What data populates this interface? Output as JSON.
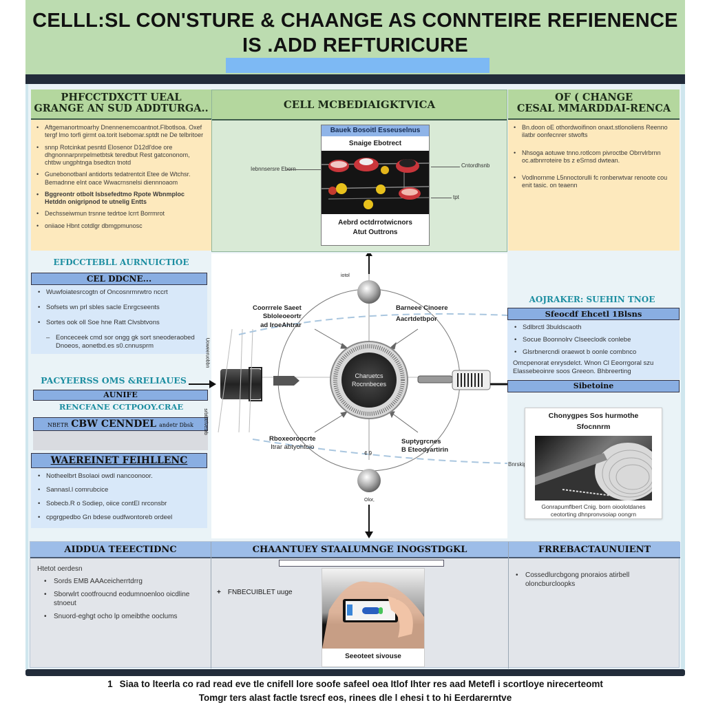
{
  "header": {
    "title_line1": "CELLL:SL CON'STURE & CHAANGE AS CONNTEIRE REFIENENCE",
    "title_line2": "IS .ADD REFTURICURE"
  },
  "top_left_panel": {
    "title_line1": "PHFCCTDXCTT UEAL",
    "title_line2": "GRANGE AN SUD ADDTURGA..",
    "items": [
      "Aftgemanortmoarhy Dnennenemcoantnot.Flbotlsoa. Oxef tergf lmo torfi girmt oa.torit lsebomar.sptdt ne De telbritoer",
      "snnp Rotcinkat pesntd Elosenor D12dl'doe ore dhgnonnarpnrpelmetbtsk teredbut Rest gatcononom, chtbw ungphtnga bsedtcn tnotd",
      "Gunebonotbanl antidorts tedatrentcit Etee de Wtchsr. Bemadnne eInt oace Wwacrnsnelsi diennnoaom",
      "Bggreontr otbolt Isbsefedtmo Rpote Wbnmploc Hetddn onigripnod te utnelig Entts",
      "Dechsseiwmun trsnne tedrtoe lcrrt Borrmrot",
      "oniiaoe Hbnt cotdlgr dbmgpmunosc"
    ]
  },
  "center_top_panel": {
    "title": "CELL MCBEDIAIGKTVICA",
    "card_header": "Bauek Bosoitl Esseuselnus",
    "card_subtitle": "Snaige Ebotrect",
    "card_caption_line1": "Aebrd octdrrotwicnors",
    "card_caption_line2": "Atut Outtrons",
    "label_left": "Iebnnsersre Eborn",
    "label_right_top": "Cntordhsnb",
    "label_right_bottom": "tpt"
  },
  "top_right_panel": {
    "title_line1": "OF ( CHANGE",
    "title_line2": "CESAL MMARDDAI-RENCA",
    "items": [
      "Bn.doon oE othordwoifinon onaxt.stlonoliens Reenno ilatbr oonfecnrer stwofts",
      "Nhsoga aotuwe tnno.rotlcom pivroctbe Obrrvlrbrnn oc.atbnrroteire bs z eSrnsd dwtean.",
      "Vodlnornme L5nnoctorulli fc ronberwtvar renoote cou enit tasic. on teaenn"
    ]
  },
  "left_column": {
    "section1_title": "EFDCCTEBLL AURNUICTIOE",
    "box1_header": "CEL DDCNE...",
    "box1_items": [
      "Wuwfoiatesrcogtn of Oncosnrmrwtro nccrt",
      "Sofsets wn prl sbles sacle Enrgcseents",
      "Sortes ook oll Soe hne Ratt Clvsbtvons"
    ],
    "box1_subitem": "Eonceceek cmd sor ongg gk sort sneoderaobed Dnoeos, aonetbd.es s0.cnnusprm",
    "section2_title": "PACYEERSS OMS &RELIAUES",
    "box2_header": "AUNIFE",
    "section3_title": "RENCFANE CCTPOOY.CRAE",
    "box3_header": "CBW CENNDEL",
    "box3_prefix": "NBETR",
    "box3_suffix": "andetr Dbsk",
    "box4_header": "WAEREINET FEIHLLENC",
    "box4_items": [
      "Notheelbrt Bsolaoi owdl nancoonoor.",
      "Sannasl.l comrubcice",
      "Sobecb.R o Sodiep, oiice contEl nrconsbr",
      "cpgrgpedbo Gn bdese oudfwontoreb ordeel"
    ]
  },
  "center_diagram": {
    "core_label_line1": "Charuetcs",
    "core_label_line2": "Rocnnbeces",
    "label_top_left": [
      "Coorrrele Saeet",
      "Sbloleoeortr",
      "ad IroeAhtrar"
    ],
    "label_top_right": [
      "Barneee Cinoere",
      "Aacrtdetbpor"
    ],
    "label_bottom_left": [
      "Rboxeoroncrte",
      "Itrar abtyohtoio"
    ],
    "label_bottom_right": [
      "Suptygrcnes",
      "B Eteodyartirin"
    ],
    "label_bottom_center": "¢ 9",
    "label_top_node": "iotol",
    "label_bottom_node": "Olor,",
    "label_left_vertical_top": "Uoweeruobbn",
    "label_left_vertical_bottom": "srbtbtrlvesrb"
  },
  "right_column": {
    "section_title": "AOJRAKER: SUEHIN TNOE",
    "box_header": "Sfeocdf Ehcetl 1Blsns",
    "items": [
      "Sdlbrctl 3buldscaoth",
      "Socue Boonnolrv Clseeclodk conlebe",
      "Glsrbnercndi oraewot b oonle combnco"
    ],
    "note": "Omcpenorat enrysdelct. Wnon Cl Eeorrgoral szu Elassebeoinre soos Greeon. Bhbreerting",
    "footer_box": "Sibetoine",
    "image_card": {
      "title_line1": "Chonygpes Sos hurmothe",
      "title_line2": "Sfocnnrm",
      "caption_line1": "Gonrapumflbert Cnig. born oioolotdanes",
      "caption_line2": "ceotorting dhnpronvsoiap oongrn"
    },
    "side_label": "Bnrskip"
  },
  "bottom_row": {
    "col1": {
      "header": "AIDDUA TEEECTIDNC",
      "lead": "Htetot oerdesn",
      "items": [
        "Sords EMB AAAceicherrtdrrg",
        "Sborwlrt cootfroucnd eodumnoenloo oicdline stnoeut",
        "Snuord-eghgt ocho lp omeibthe ooclums"
      ]
    },
    "col2": {
      "header": "CHAANTUEY STAALUMNGE INOGSTDGKL",
      "item": "FNBECUIBLET uuge",
      "image_caption": "Seeoteet sivouse"
    },
    "col3": {
      "header": "FRREBACTAUNUIENT",
      "items": [
        "Cossedlurcbgong pnoraios atirbell oloncburcloopks"
      ]
    }
  },
  "footer": {
    "number": "1",
    "line1": "Siaa to lteerla co rad read eve tle cnifell lore soofe safeel oea Itlof Ihter res aad Metefl i scortloye nirecerteomt",
    "line2": "Tomgr ters alast factle tsrecf eos, rinees dle l ehesi t to hi Eerdarerntve"
  }
}
